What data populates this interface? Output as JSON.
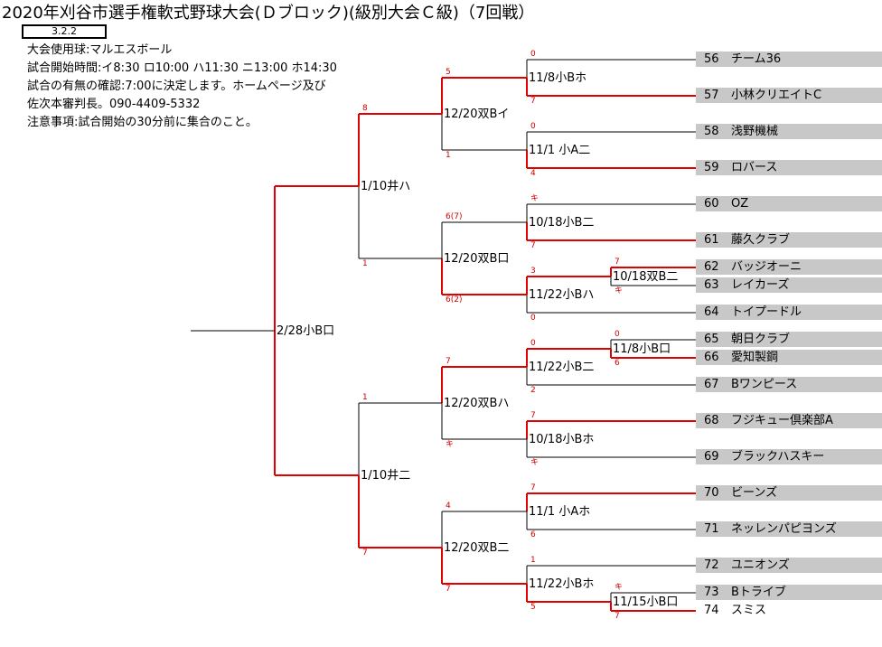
{
  "title": "2020年刈谷市選手権軟式野球大会(Ｄブロック)(級別大会Ｃ級)（7回戦）",
  "version": "3.2.2",
  "info": [
    "大会使用球:マルエスボール",
    "試合開始時間:イ8:30 ロ10:00 ハ11:30 ニ13:00 ホ14:30",
    "試合の有無の確認:7:00に決定します。ホームページ及び",
    "佐次本審判長。090-4409-5332",
    "注意事項:試合開始の30分前に集合のこと。"
  ],
  "teams": [
    {
      "num": "56",
      "name": "チーム36"
    },
    {
      "num": "57",
      "name": "小林クリエイトC"
    },
    {
      "num": "58",
      "name": "浅野機械"
    },
    {
      "num": "59",
      "name": "ロバース"
    },
    {
      "num": "60",
      "name": "OZ"
    },
    {
      "num": "61",
      "name": "藤久クラブ"
    },
    {
      "num": "62",
      "name": "バッジオーニ"
    },
    {
      "num": "63",
      "name": "レイカーズ"
    },
    {
      "num": "64",
      "name": "トイプードル"
    },
    {
      "num": "65",
      "name": "朝日クラブ"
    },
    {
      "num": "66",
      "name": "愛知製鋼"
    },
    {
      "num": "67",
      "name": "Bワンピース"
    },
    {
      "num": "68",
      "name": "フジキュー倶楽部A"
    },
    {
      "num": "69",
      "name": "ブラックハスキー"
    },
    {
      "num": "70",
      "name": "ビーンズ"
    },
    {
      "num": "71",
      "name": "ネッレンパピヨンズ"
    },
    {
      "num": "72",
      "name": "ユニオンズ"
    },
    {
      "num": "73",
      "name": "Bトライブ"
    },
    {
      "num": "74",
      "name": "スミス"
    }
  ],
  "matches": {
    "m62_63": "10/18双B二",
    "m65_66": "11/8小B口",
    "m73_74": "11/15小B口",
    "m56_57": "11/8小Bホ",
    "m58_59": "11/1 小A二",
    "m60_61": "10/18小B二",
    "m63_64": "11/22小Bハ",
    "m65_67": "11/22小B二",
    "m68_69": "10/18小Bホ",
    "m70_71": "11/1 小Aホ",
    "m72_74": "11/22小Bホ",
    "r2_a": "12/20双Bイ",
    "r2_b": "12/20双B口",
    "r2_c": "12/20双Bハ",
    "r2_d": "12/20双B二",
    "r3_a": "1/10井ハ",
    "r3_b": "1/10井二",
    "final": "2/28小B口"
  },
  "scores": {
    "s56": "0",
    "s57": "7",
    "s58": "0",
    "s59": "4",
    "s60": "キ",
    "s61": "7",
    "s62": "7",
    "s63": "キ",
    "s62_63w": "3",
    "s64": "0",
    "s65": "0",
    "s66": "6",
    "s65_66w": "0",
    "s67": "2",
    "s68": "7",
    "s69": "キ",
    "s70": "7",
    "s71": "6",
    "s72": "1",
    "s73": "キ",
    "s74": "7",
    "s73_74w": "5",
    "r2a_top": "5",
    "r2a_bot": "1",
    "r2b_top": "6(7)",
    "r2b_bot": "6(2)",
    "r2c_top": "7",
    "r2c_bot": "キ",
    "r2d_top": "4",
    "r2d_bot": "7",
    "r3a_top": "8",
    "r3a_bot": "1",
    "r3b_top": "1",
    "r3b_bot": "7"
  },
  "colors": {
    "winner_line": "#e00000",
    "line": "#000000",
    "team_bg": "#c8c8c8"
  }
}
